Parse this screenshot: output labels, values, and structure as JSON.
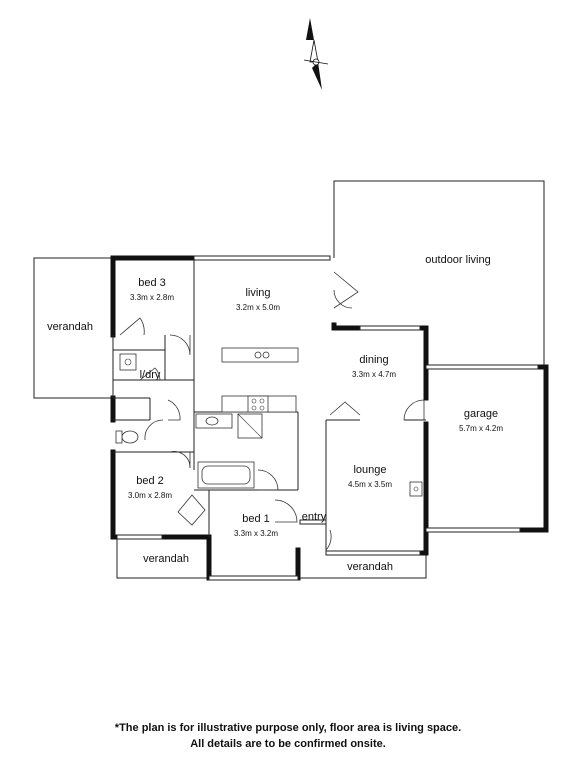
{
  "rooms": {
    "bed3": {
      "name": "bed 3",
      "dim": "3.3m x 2.8m"
    },
    "living": {
      "name": "living",
      "dim": "3.2m x 5.0m"
    },
    "outdoor_living": {
      "name": "outdoor living"
    },
    "verandah_west": {
      "name": "verandah"
    },
    "ldry": {
      "name": "l/dry"
    },
    "dining": {
      "name": "dining",
      "dim": "3.3m x 4.7m"
    },
    "garage": {
      "name": "garage",
      "dim": "5.7m x 4.2m"
    },
    "bed2": {
      "name": "bed 2",
      "dim": "3.0m x 2.8m"
    },
    "lounge": {
      "name": "lounge",
      "dim": "4.5m x 3.5m"
    },
    "bed1": {
      "name": "bed 1",
      "dim": "3.3m x 3.2m"
    },
    "entry": {
      "name": "entry"
    },
    "verandah_south_left": {
      "name": "verandah"
    },
    "verandah_south_right": {
      "name": "verandah"
    }
  },
  "compass": {
    "icon": "compass-icon"
  },
  "disclaimer": {
    "line1": "*The plan is for illustrative purpose only, floor area is living space.",
    "line2": "All details are to be confirmed onsite."
  }
}
